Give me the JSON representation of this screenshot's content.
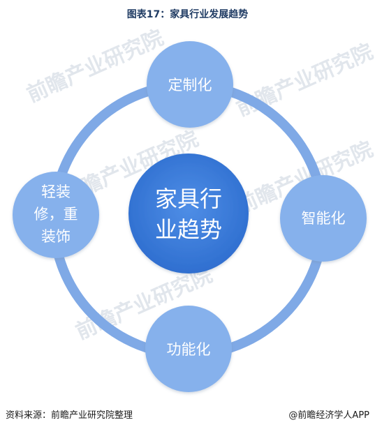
{
  "title": "图表17：家具行业发展趋势",
  "center": {
    "line1": "家具行",
    "line2": "业趋势"
  },
  "nodes": {
    "top": "定制化",
    "right": "智能化",
    "bottom": "功能化",
    "left_line1": "轻装",
    "left_line2": "修，重",
    "left_line3": "装饰"
  },
  "watermark": {
    "text": "前瞻产业研究院"
  },
  "footer": {
    "source": "资料来源：前瞻产业研究院整理",
    "brand": "@前瞻经济学人APP"
  },
  "colors": {
    "ring": "#7fa9e6",
    "node": "#86b1ec",
    "center_light": "#4f8ee6",
    "center_dark": "#2f6fd0",
    "title": "#1f3b63"
  }
}
